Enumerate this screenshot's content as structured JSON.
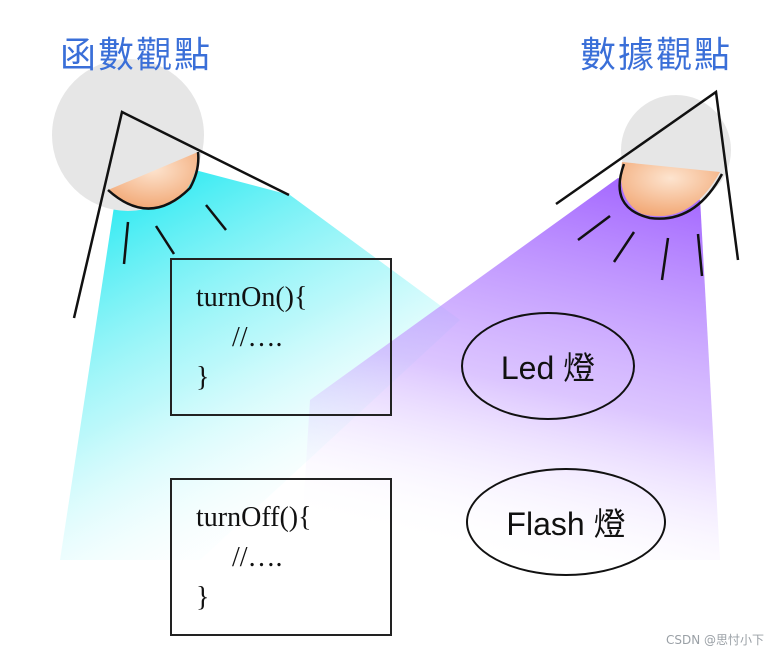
{
  "titles": {
    "left": "函數觀點",
    "right": "數據觀點"
  },
  "code_boxes": [
    {
      "lines": [
        "turnOn(){",
        "//….",
        "}"
      ]
    },
    {
      "lines": [
        "turnOff(){",
        "//….",
        "}"
      ]
    }
  ],
  "lights": {
    "led": "Led 燈",
    "flash": "Flash 燈"
  },
  "watermark": "CSDN @思忖小下",
  "colors": {
    "title": "#3a6fd8",
    "left_beam": "#00e5ef",
    "right_beam": "#b07aff",
    "bulb_glow": "#f5b98a",
    "bulb_head": "#e6e6e6"
  }
}
